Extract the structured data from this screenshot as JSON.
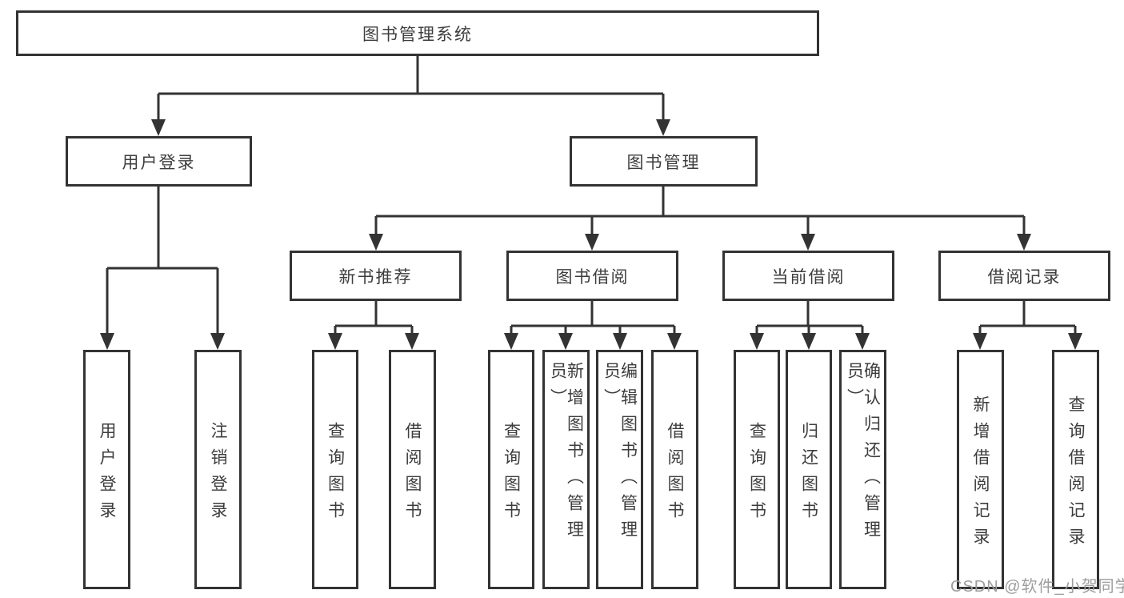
{
  "diagram_title": "图书管理系统",
  "nodes": {
    "root": "图书管理系统",
    "level2": {
      "user_login": "用户登录",
      "book_management": "图书管理"
    },
    "level3": {
      "new_book_recommendation": "新书推荐",
      "book_borrowing": "图书借阅",
      "current_borrowing": "当前借阅",
      "borrowing_records": "借阅记录"
    },
    "leaves": {
      "user_login": "用户登录",
      "logout": "注销登录",
      "recommendation_query_books": "查询图书",
      "recommendation_borrow_books": "借阅图书",
      "borrowing_query_books": "查询图书",
      "borrowing_add_books_admin": "新增图书（管理员）",
      "borrowing_edit_books_admin": "编辑图书（管理员）",
      "borrowing_borrow_books": "借阅图书",
      "current_query_books": "查询图书",
      "current_return_books": "归还图书",
      "current_confirm_return_admin": "确认归还（管理员）",
      "records_add_borrow_record": "新增借阅记录",
      "records_query_borrow_record": "查询借阅记录"
    }
  },
  "watermark": "CSDN @软件_小贺同学",
  "colors": {
    "line": "#333333",
    "text": "#3d3d3d",
    "box_fill": "#ffffff",
    "background": "#ffffff",
    "watermark": "#9e9e9e"
  }
}
